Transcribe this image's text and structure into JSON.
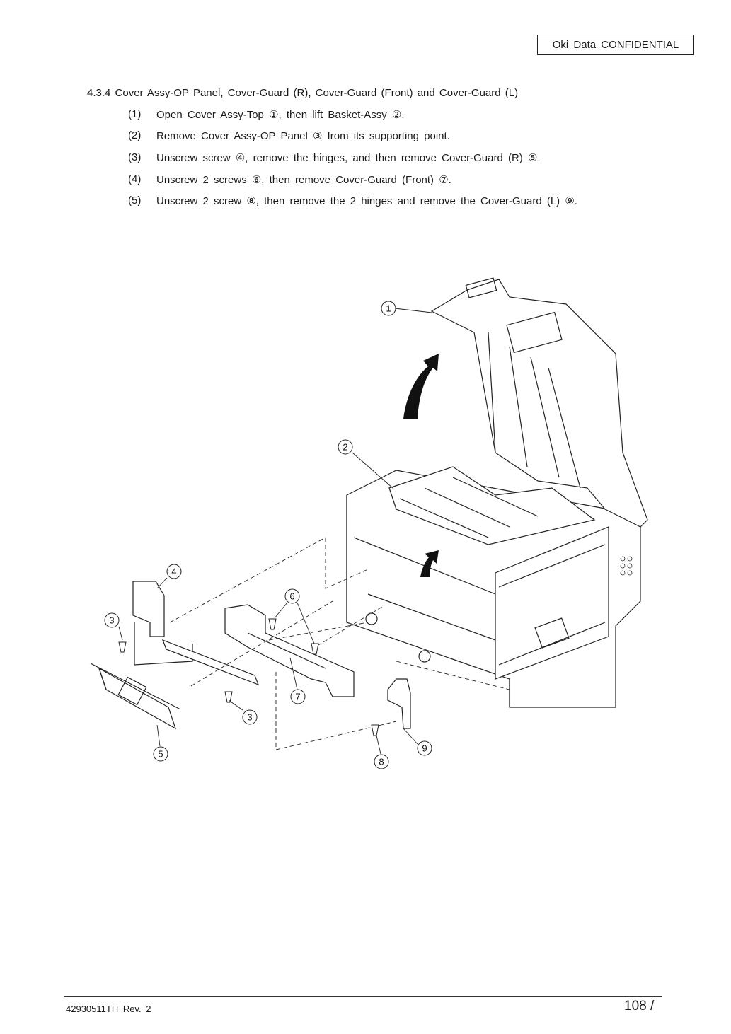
{
  "header": {
    "confidential": "Oki Data CONFIDENTIAL"
  },
  "section": {
    "title": "4.3.4 Cover Assy-OP Panel, Cover-Guard (R), Cover-Guard (Front) and Cover-Guard (L)",
    "steps": [
      {
        "num": "(1)",
        "text": "Open Cover Assy-Top ①, then lift Basket-Assy ②."
      },
      {
        "num": "(2)",
        "text": "Remove Cover Assy-OP Panel ③ from its supporting point."
      },
      {
        "num": "(3)",
        "text": "Unscrew screw ④, remove the hinges, and then remove Cover-Guard (R) ⑤."
      },
      {
        "num": "(4)",
        "text": "Unscrew 2 screws ⑥, then remove Cover-Guard (Front) ⑦."
      },
      {
        "num": "(5)",
        "text": "Unscrew 2 screw ⑧, then remove the 2 hinges and remove the Cover-Guard (L) ⑨."
      }
    ]
  },
  "figure": {
    "callouts": [
      "1",
      "2",
      "3",
      "4",
      "3",
      "5",
      "6",
      "7",
      "8",
      "9"
    ]
  },
  "footer": {
    "doc_id": "42930511TH Rev. 2",
    "page": "108 /"
  }
}
